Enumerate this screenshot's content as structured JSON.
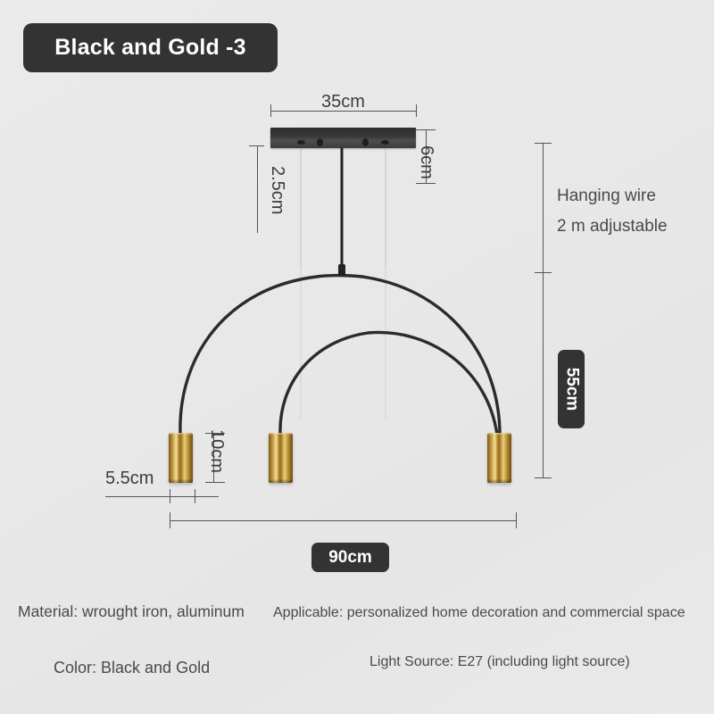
{
  "page": {
    "title_badge": "Black and Gold -3",
    "background_color": "#e8e8e8",
    "badge_color": "#333333",
    "gold_color": "#c9a council"
  },
  "product": {
    "name": "Black and Gold -3",
    "material_label": "Material: wrought iron, aluminum",
    "applicable_label": "Applicable: personalized home decoration and commercial space",
    "color_label": "Color: Black and Gold",
    "light_source_label": "Light Source: E27 (including light source)"
  },
  "notes": {
    "hanging_wire": "Hanging wire",
    "adjustable": "2 m adjustable"
  },
  "dimensions": {
    "canopy_width": "35cm",
    "canopy_height": "6cm",
    "canopy_offset": "2.5cm",
    "overall_width": "90cm",
    "arc_height": "55cm",
    "pendant_height": "10cm",
    "pendant_spacing": "5.5cm"
  }
}
